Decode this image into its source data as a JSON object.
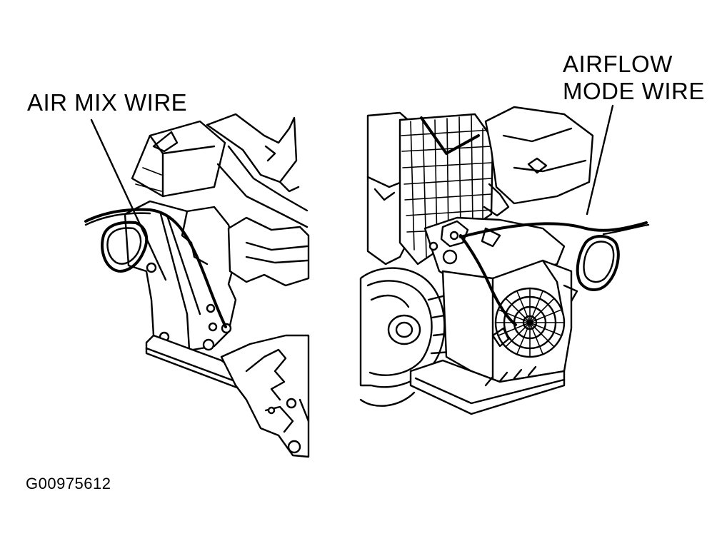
{
  "labels": {
    "air_mix_wire": "AIR MIX WIRE",
    "airflow_mode_wire_line1": "AIRFLOW",
    "airflow_mode_wire_line2": "MODE WIRE"
  },
  "figure_code": "G00975612"
}
